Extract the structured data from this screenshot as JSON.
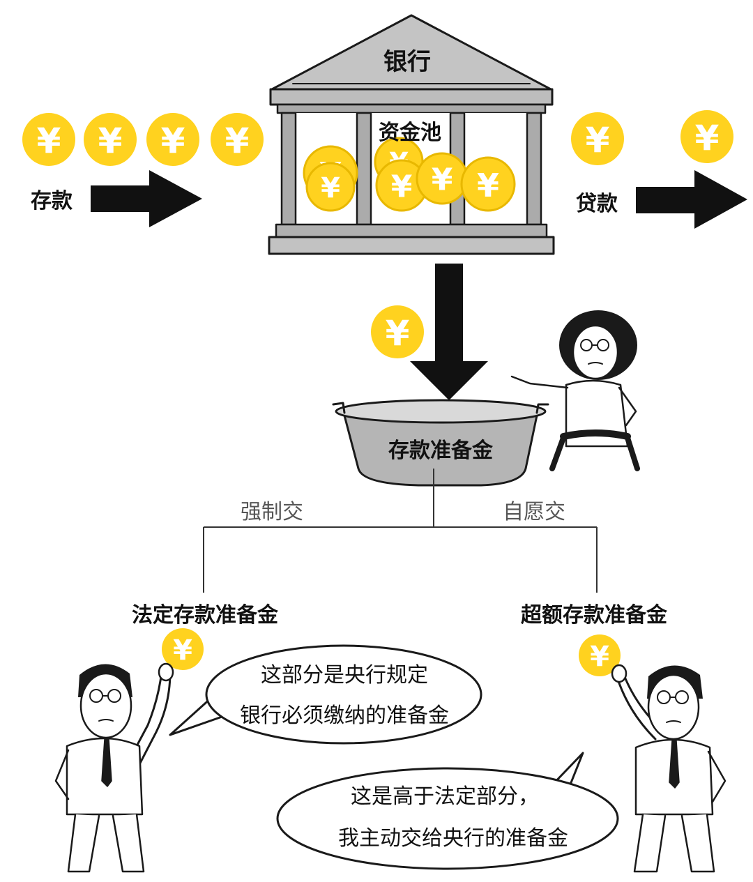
{
  "bank": {
    "title": "银行",
    "pool_label": "资金池"
  },
  "flows": {
    "deposit_label": "存款",
    "loan_label": "贷款"
  },
  "reserve": {
    "label": "存款准备金"
  },
  "branches": {
    "mandatory_label": "强制交",
    "voluntary_label": "自愿交"
  },
  "types": {
    "statutory": "法定存款准备金",
    "excess": "超额存款准备金"
  },
  "bubbles": {
    "statutory": {
      "line1": "这部分是央行规定",
      "line2": "银行必须缴纳的准备金"
    },
    "excess": {
      "line1": "这是高于法定部分，",
      "line2": "我主动交给央行的准备金"
    }
  },
  "coin_symbol": "¥",
  "colors": {
    "coin": "#FFD21F",
    "coin_edge": "#E8B800",
    "bank": "#B8B8B8",
    "bank_dark": "#8E8E8E",
    "basin": "#B5B5B5",
    "arrow": "#111111"
  }
}
